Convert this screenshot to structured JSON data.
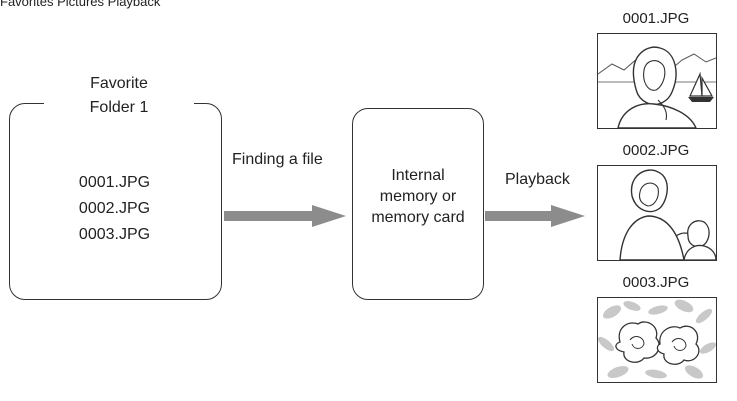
{
  "caption": "Favorites Pictures Playback",
  "folder": {
    "title_line1": "Favorite",
    "title_line2": "Folder 1",
    "files": [
      "0001.JPG",
      "0002.JPG",
      "0003.JPG"
    ]
  },
  "arrows": {
    "finding": "Finding a file",
    "playback": "Playback"
  },
  "storage": {
    "line1": "Internal",
    "line2": "memory or",
    "line3": "memory card"
  },
  "thumbnails": [
    {
      "name": "0001.JPG",
      "icon": "portrait-lake-icon"
    },
    {
      "name": "0002.JPG",
      "icon": "mother-child-icon"
    },
    {
      "name": "0003.JPG",
      "icon": "flowers-icon"
    }
  ],
  "colors": {
    "arrow": "#8c8c8c",
    "outline": "#333333"
  }
}
